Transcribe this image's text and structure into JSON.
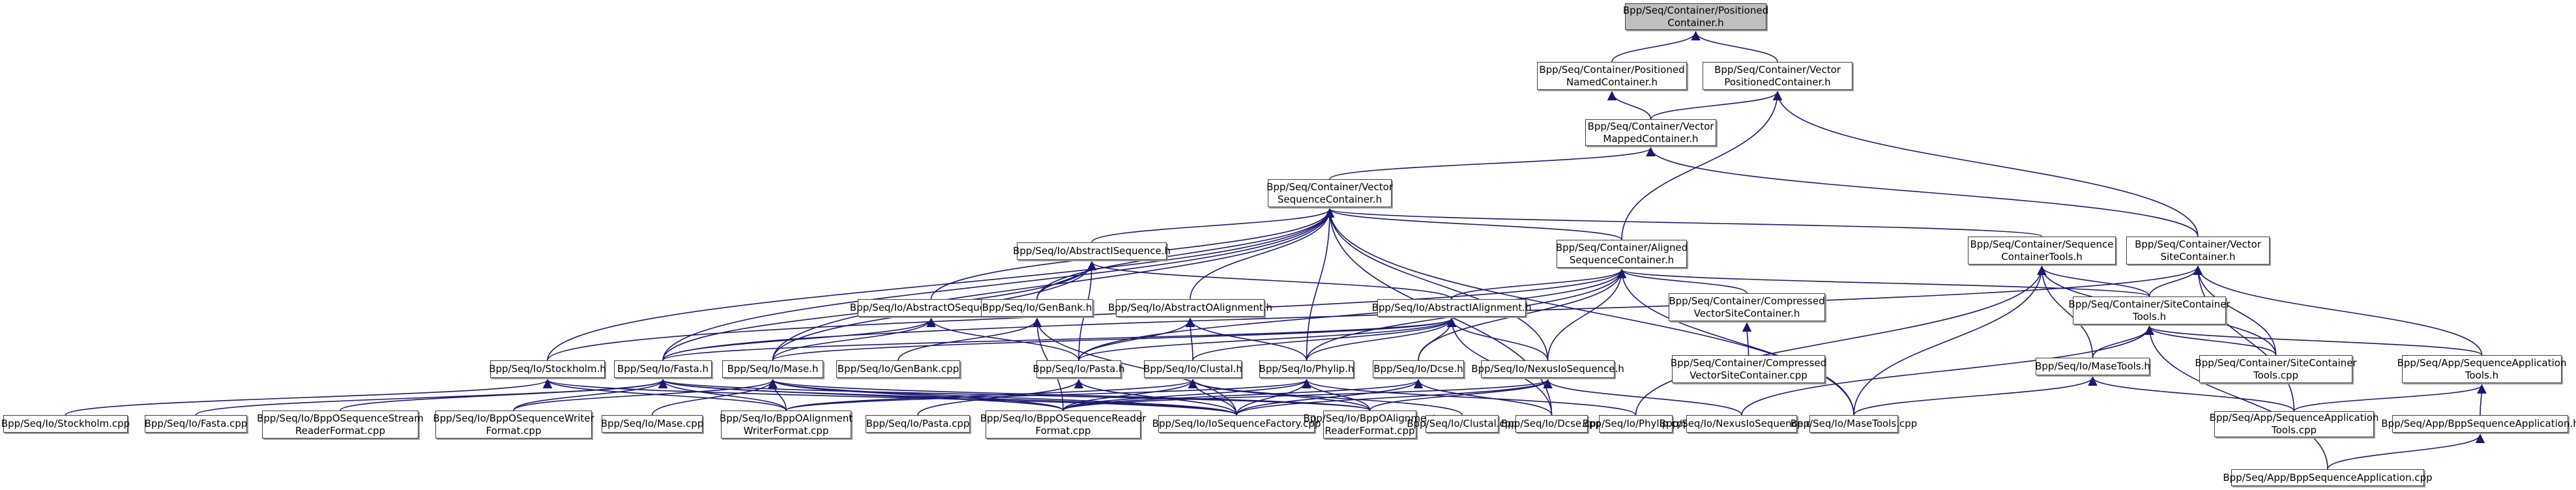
{
  "diagram": {
    "type": "doxygen-include-dependency-graph",
    "edge_color": "#191970",
    "root_fill": "#bfbfbf",
    "nodes": [
      {
        "id": "root",
        "label": "Bpp/Seq/Container/Positioned\nContainer.h",
        "root": true
      },
      {
        "id": "pnc",
        "label": "Bpp/Seq/Container/Positioned\nNamedContainer.h"
      },
      {
        "id": "vpc",
        "label": "Bpp/Seq/Container/Vector\nPositionedContainer.h"
      },
      {
        "id": "vmc",
        "label": "Bpp/Seq/Container/Vector\nMappedContainer.h"
      },
      {
        "id": "vsc",
        "label": "Bpp/Seq/Container/Vector\nSequenceContainer.h"
      },
      {
        "id": "ais",
        "label": "Bpp/Seq/Io/AbstractISequence.h"
      },
      {
        "id": "asc",
        "label": "Bpp/Seq/Container/Aligned\nSequenceContainer.h"
      },
      {
        "id": "sct",
        "label": "Bpp/Seq/Container/Sequence\nContainerTools.h"
      },
      {
        "id": "vsitec",
        "label": "Bpp/Seq/Container/Vector\nSiteContainer.h"
      },
      {
        "id": "aos",
        "label": "Bpp/Seq/Io/AbstractOSequence.h"
      },
      {
        "id": "genbankh",
        "label": "Bpp/Seq/Io/GenBank.h"
      },
      {
        "id": "aoa",
        "label": "Bpp/Seq/Io/AbstractOAlignment.h"
      },
      {
        "id": "aia",
        "label": "Bpp/Seq/Io/AbstractIAlignment.h"
      },
      {
        "id": "cvsch",
        "label": "Bpp/Seq/Container/Compressed\nVectorSiteContainer.h"
      },
      {
        "id": "sitect",
        "label": "Bpp/Seq/Container/SiteContainer\nTools.h"
      },
      {
        "id": "stockh",
        "label": "Bpp/Seq/Io/Stockholm.h"
      },
      {
        "id": "fastah",
        "label": "Bpp/Seq/Io/Fasta.h"
      },
      {
        "id": "maseh",
        "label": "Bpp/Seq/Io/Mase.h"
      },
      {
        "id": "genbankcpp",
        "label": "Bpp/Seq/Io/GenBank.cpp"
      },
      {
        "id": "pastah",
        "label": "Bpp/Seq/Io/Pasta.h"
      },
      {
        "id": "clustalh",
        "label": "Bpp/Seq/Io/Clustal.h"
      },
      {
        "id": "phyliph",
        "label": "Bpp/Seq/Io/Phylip.h"
      },
      {
        "id": "dcseh",
        "label": "Bpp/Seq/Io/Dcse.h"
      },
      {
        "id": "nexush",
        "label": "Bpp/Seq/Io/NexusIoSequence.h"
      },
      {
        "id": "cvsccpp",
        "label": "Bpp/Seq/Container/Compressed\nVectorSiteContainer.cpp"
      },
      {
        "id": "masetoolsh",
        "label": "Bpp/Seq/Io/MaseTools.h"
      },
      {
        "id": "sitectcpp",
        "label": "Bpp/Seq/Container/SiteContainer\nTools.cpp"
      },
      {
        "id": "satoolsh",
        "label": "Bpp/Seq/App/SequenceApplication\nTools.h"
      },
      {
        "id": "stockcpp",
        "label": "Bpp/Seq/Io/Stockholm.cpp"
      },
      {
        "id": "fastacpp",
        "label": "Bpp/Seq/Io/Fasta.cpp"
      },
      {
        "id": "bossrf",
        "label": "Bpp/Seq/Io/BppOSequenceStream\nReaderFormat.cpp"
      },
      {
        "id": "boswf",
        "label": "Bpp/Seq/Io/BppOSequenceWriter\nFormat.cpp"
      },
      {
        "id": "masecpp",
        "label": "Bpp/Seq/Io/Mase.cpp"
      },
      {
        "id": "boawf",
        "label": "Bpp/Seq/Io/BppOAlignment\nWriterFormat.cpp"
      },
      {
        "id": "pastacpp",
        "label": "Bpp/Seq/Io/Pasta.cpp"
      },
      {
        "id": "bosrf",
        "label": "Bpp/Seq/Io/BppOSequenceReader\nFormat.cpp"
      },
      {
        "id": "iosf",
        "label": "Bpp/Seq/Io/IoSequenceFactory.cpp"
      },
      {
        "id": "boarf",
        "label": "Bpp/Seq/Io/BppOAlignment\nReaderFormat.cpp"
      },
      {
        "id": "clustalcpp",
        "label": "Bpp/Seq/Io/Clustal.cpp"
      },
      {
        "id": "dcsecpp",
        "label": "Bpp/Seq/Io/Dcse.cpp"
      },
      {
        "id": "phylipcpp",
        "label": "Bpp/Seq/Io/Phylip.cpp"
      },
      {
        "id": "nexuscpp",
        "label": "Bpp/Seq/Io/NexusIoSequence.cpp"
      },
      {
        "id": "masetoolscpp",
        "label": "Bpp/Seq/Io/MaseTools.cpp"
      },
      {
        "id": "satoolscpp",
        "label": "Bpp/Seq/App/SequenceApplication\nTools.cpp"
      },
      {
        "id": "bsah",
        "label": "Bpp/Seq/App/BppSequenceApplication.h"
      },
      {
        "id": "bsacpp",
        "label": "Bpp/Seq/App/BppSequenceApplication.cpp"
      }
    ],
    "edges": [
      [
        "pnc",
        "root"
      ],
      [
        "vpc",
        "root"
      ],
      [
        "vmc",
        "pnc"
      ],
      [
        "vmc",
        "vpc"
      ],
      [
        "asc",
        "vpc"
      ],
      [
        "vsitec",
        "vpc"
      ],
      [
        "vsc",
        "vmc"
      ],
      [
        "vsitec",
        "vmc"
      ],
      [
        "ais",
        "vsc"
      ],
      [
        "asc",
        "vsc"
      ],
      [
        "sct",
        "vsc"
      ],
      [
        "aos",
        "vsc"
      ],
      [
        "genbankh",
        "vsc"
      ],
      [
        "aoa",
        "vsc"
      ],
      [
        "stockh",
        "vsc"
      ],
      [
        "fastah",
        "vsc"
      ],
      [
        "maseh",
        "vsc"
      ],
      [
        "phyliph",
        "vsc"
      ],
      [
        "nexush",
        "vsc"
      ],
      [
        "masetoolscpp",
        "vsc"
      ],
      [
        "dcsecpp",
        "vsc"
      ],
      [
        "genbankh",
        "ais"
      ],
      [
        "fastah",
        "ais"
      ],
      [
        "pastah",
        "ais"
      ],
      [
        "maseh",
        "ais"
      ],
      [
        "aia",
        "ais"
      ],
      [
        "aia",
        "asc"
      ],
      [
        "cvsch",
        "asc"
      ],
      [
        "sitect",
        "asc"
      ],
      [
        "stockh",
        "asc"
      ],
      [
        "phyliph",
        "asc"
      ],
      [
        "dcseh",
        "asc"
      ],
      [
        "nexush",
        "asc"
      ],
      [
        "masetoolscpp",
        "asc"
      ],
      [
        "pastah",
        "asc"
      ],
      [
        "sitect",
        "sct"
      ],
      [
        "masetoolsh",
        "sct"
      ],
      [
        "masetoolscpp",
        "sct"
      ],
      [
        "phylipcpp",
        "sct"
      ],
      [
        "sitectcpp",
        "sct"
      ],
      [
        "sitect",
        "vsitec"
      ],
      [
        "sitectcpp",
        "vsitec"
      ],
      [
        "satoolsh",
        "vsitec"
      ],
      [
        "satoolscpp",
        "vsitec"
      ],
      [
        "fastah",
        "vsitec"
      ],
      [
        "fastah",
        "aos"
      ],
      [
        "maseh",
        "aos"
      ],
      [
        "pastah",
        "aos"
      ],
      [
        "genbankcpp",
        "genbankh"
      ],
      [
        "iosf",
        "genbankh"
      ],
      [
        "bosrf",
        "genbankh"
      ],
      [
        "pastah",
        "aoa"
      ],
      [
        "clustalh",
        "aoa"
      ],
      [
        "phyliph",
        "aoa"
      ],
      [
        "pastah",
        "aia"
      ],
      [
        "clustalh",
        "aia"
      ],
      [
        "phyliph",
        "aia"
      ],
      [
        "dcseh",
        "aia"
      ],
      [
        "nexush",
        "aia"
      ],
      [
        "fastah",
        "aia"
      ],
      [
        "maseh",
        "aia"
      ],
      [
        "dcsecpp",
        "aia"
      ],
      [
        "cvsccpp",
        "cvsch"
      ],
      [
        "masetoolsh",
        "sitect"
      ],
      [
        "sitectcpp",
        "sitect"
      ],
      [
        "satoolsh",
        "sitect"
      ],
      [
        "nexuscpp",
        "sitect"
      ],
      [
        "bsacpp",
        "sitect"
      ],
      [
        "stockcpp",
        "stockh"
      ],
      [
        "iosf",
        "stockh"
      ],
      [
        "boawf",
        "stockh"
      ],
      [
        "fastacpp",
        "fastah"
      ],
      [
        "bossrf",
        "fastah"
      ],
      [
        "boswf",
        "fastah"
      ],
      [
        "boawf",
        "fastah"
      ],
      [
        "bosrf",
        "fastah"
      ],
      [
        "iosf",
        "fastah"
      ],
      [
        "boarf",
        "fastah"
      ],
      [
        "masecpp",
        "maseh"
      ],
      [
        "boswf",
        "maseh"
      ],
      [
        "boawf",
        "maseh"
      ],
      [
        "bosrf",
        "maseh"
      ],
      [
        "iosf",
        "maseh"
      ],
      [
        "boarf",
        "maseh"
      ],
      [
        "pastacpp",
        "pastah"
      ],
      [
        "iosf",
        "pastah"
      ],
      [
        "clustalcpp",
        "clustalh"
      ],
      [
        "iosf",
        "clustalh"
      ],
      [
        "boarf",
        "clustalh"
      ],
      [
        "bosrf",
        "clustalh"
      ],
      [
        "boawf",
        "clustalh"
      ],
      [
        "phylipcpp",
        "phyliph"
      ],
      [
        "iosf",
        "phyliph"
      ],
      [
        "boarf",
        "phyliph"
      ],
      [
        "bosrf",
        "phyliph"
      ],
      [
        "boawf",
        "phyliph"
      ],
      [
        "dcsecpp",
        "dcseh"
      ],
      [
        "iosf",
        "dcseh"
      ],
      [
        "bosrf",
        "dcseh"
      ],
      [
        "nexuscpp",
        "nexush"
      ],
      [
        "iosf",
        "nexush"
      ],
      [
        "bosrf",
        "nexush"
      ],
      [
        "boarf",
        "nexush"
      ],
      [
        "masetoolscpp",
        "masetoolsh"
      ],
      [
        "satoolscpp",
        "masetoolsh"
      ],
      [
        "satoolscpp",
        "satoolsh"
      ],
      [
        "bsah",
        "satoolsh"
      ],
      [
        "bsacpp",
        "bsah"
      ]
    ]
  }
}
